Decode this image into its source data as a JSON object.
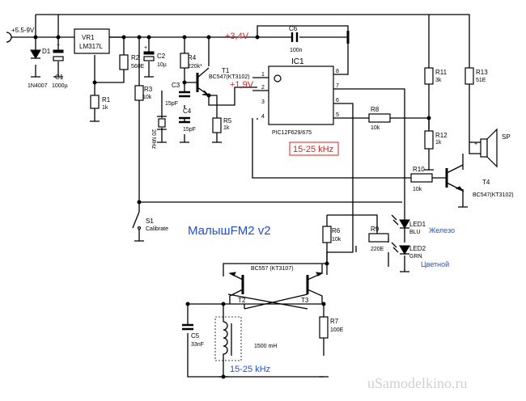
{
  "title": "МалышFM2 v2",
  "supply": "+5.5-9V",
  "rail_label": "+3,4V",
  "mid_voltage": "+1,9V",
  "freq_box": "15-25 kHz",
  "freq_lc": "15-25 kHz",
  "watermark": "uSamodelkino.ru",
  "legend_blue": "Железо",
  "legend_green": "Цветной",
  "colors": {
    "red": "#d42020",
    "blue": "#1f4fd8"
  },
  "components": {
    "d1": {
      "ref": "D1",
      "value": "1N4007"
    },
    "c1": {
      "ref": "C1",
      "value": "1000µ"
    },
    "vr1": {
      "ref": "VR1",
      "value": "LM317L"
    },
    "r1": {
      "ref": "R1",
      "value": "1k"
    },
    "r2": {
      "ref": "R2",
      "value": "560E"
    },
    "c2": {
      "ref": "C2",
      "value": "10µ"
    },
    "r3": {
      "ref": "R3",
      "value": "10k"
    },
    "r4": {
      "ref": "R4",
      "value": "220k*"
    },
    "t1": {
      "ref": "T1",
      "value": "BC547(KT3102)"
    },
    "c3": {
      "ref": "C3",
      "value": "15pF"
    },
    "c4": {
      "ref": "C4",
      "value": "15pF"
    },
    "xtal": {
      "value": "20 MHz"
    },
    "r5": {
      "ref": "R5",
      "value": "1k"
    },
    "c6": {
      "ref": "C6",
      "value": "100n"
    },
    "ic1": {
      "ref": "IC1",
      "value": "PIC12F629/675",
      "pins": [
        "1",
        "2",
        "3",
        "4",
        "5",
        "6",
        "7",
        "8"
      ]
    },
    "r8": {
      "ref": "R8",
      "value": "10k"
    },
    "r10": {
      "ref": "R10",
      "value": "10k"
    },
    "r11": {
      "ref": "R11",
      "value": "3k"
    },
    "r12": {
      "ref": "R12",
      "value": "1k"
    },
    "r13": {
      "ref": "R13",
      "value": "51E"
    },
    "sp": {
      "ref": "SP"
    },
    "t4": {
      "ref": "T4",
      "value": "BC547(KT3102)"
    },
    "s1": {
      "ref": "S1",
      "value": "Calibrate"
    },
    "r6": {
      "ref": "R6",
      "value": "10k"
    },
    "r9": {
      "ref": "R9",
      "value": "220E"
    },
    "led1": {
      "ref": "LED1",
      "value": "BLU"
    },
    "led2": {
      "ref": "LED2",
      "value": "GRN"
    },
    "t23": {
      "value": "BC557 (KT3107)"
    },
    "t2": {
      "ref": "T2"
    },
    "t3": {
      "ref": "T3"
    },
    "c5": {
      "ref": "C5",
      "value": "33nF"
    },
    "l1": {
      "value": "1500 mH"
    },
    "r7": {
      "ref": "R7",
      "value": "100E"
    }
  }
}
